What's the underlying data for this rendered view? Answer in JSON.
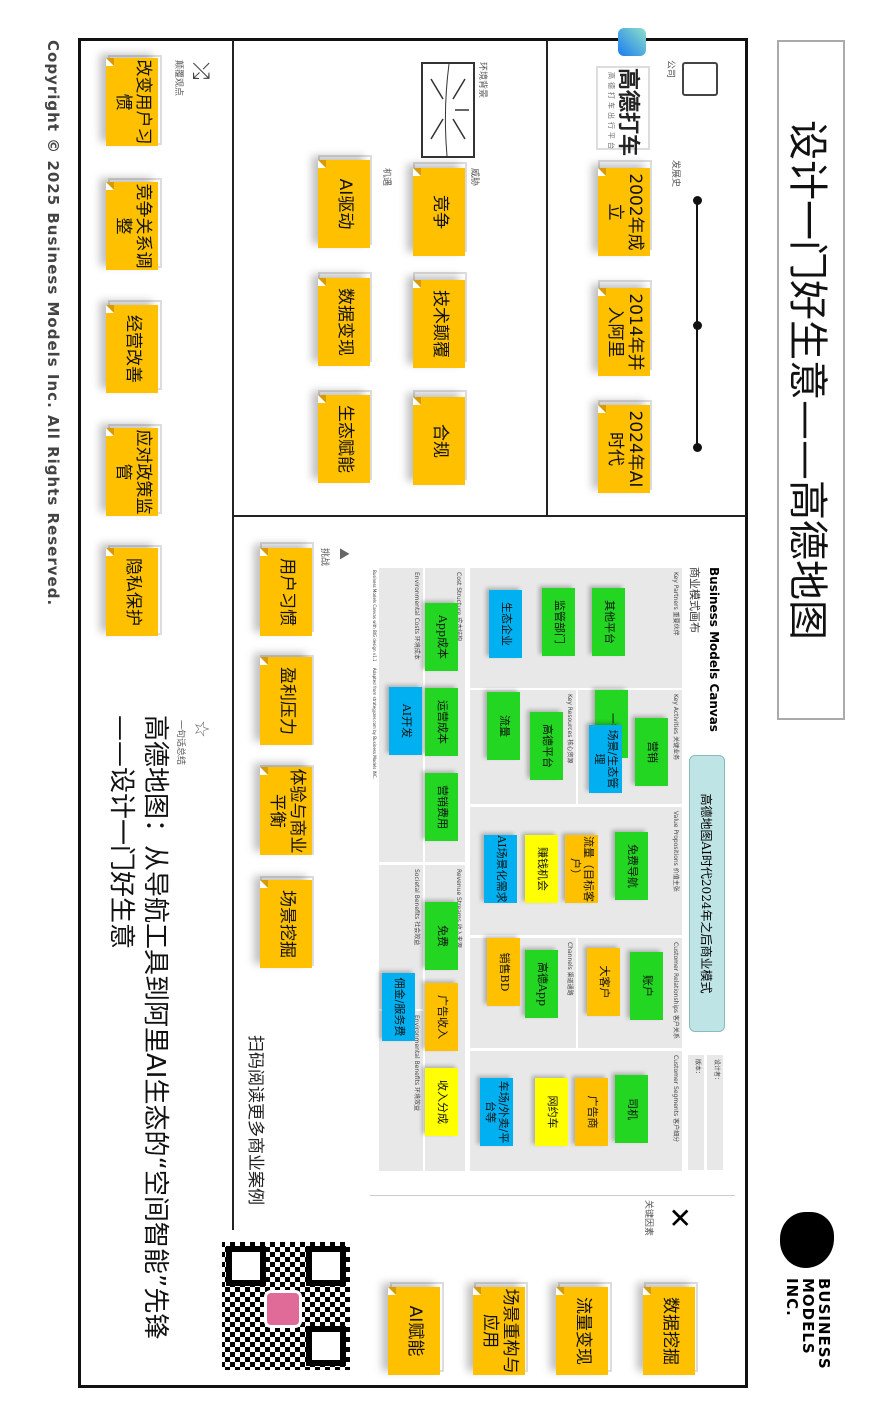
{
  "title": "设计一门好生意——高德地图",
  "brand": {
    "name": "BUSINESS MODELS INC.",
    "line1": "BUSINESS",
    "line2": "MODELS",
    "line3": "INC."
  },
  "copyright": "Copyright © 2025 Business Models Inc. All Rights Reserved.",
  "company": {
    "label": "公司",
    "logo_text": "高德打车",
    "logo_sub": "高德打车出行平台"
  },
  "history": {
    "label": "发展史",
    "items": [
      "2002年成立",
      "2014年并入阿里",
      "2024年AI时代"
    ]
  },
  "environment": {
    "label": "环境背景",
    "threats_label": "威胁",
    "threats": [
      "竞争",
      "技术颠覆",
      "合规"
    ],
    "opportunities_label": "机遇",
    "opportunities": [
      "AI驱动",
      "数据变现",
      "生态赋能"
    ]
  },
  "insights": {
    "label": "颠覆观点",
    "items": [
      "改变用户习惯",
      "竞争关系调整",
      "经营改善",
      "应对政策监管",
      "隐私保护"
    ]
  },
  "summary": {
    "label": "一句话总结",
    "text": "高德地图：从导航工具到阿里AI生态的“空间智能”先锋——设计一门好生意"
  },
  "challenges": {
    "label": "挑战",
    "items": [
      "用户习惯",
      "盈利压力",
      "体验与商业平衡",
      "场景挖掘"
    ]
  },
  "qr": {
    "caption": "扫码阅读更多商业案例"
  },
  "key_factors": {
    "label": "关键因素",
    "items": [
      "数据挖掘",
      "流量变现",
      "场景重构与应用",
      "AI赋能"
    ]
  },
  "canvas": {
    "title": "Business Models Canvas",
    "subtitle": "商业模式画布",
    "banner": "高德地图AI时代2024年之后商业模式",
    "designer": "设计者：",
    "version": "版本：",
    "footer": "Business Models Canvas with BIG design v1.1     Adapted from strategyzer.com by Business Models INC.",
    "sections": {
      "kp": "Key Partners 重要伙伴",
      "ka": "Key Activities 关键业务",
      "kr": "Key Resources 核心资源",
      "vp": "Value Propositions 价值主张",
      "cr": "Customer Relationships 客户关系",
      "ch": "Channels 渠道通路",
      "cs": "Customer Segments 客户细分",
      "cost": "Cost Structure 成本结构",
      "env_cost": "Environmental Costs 环境成本",
      "rev": "Revenue Streams 收入来源",
      "soc": "Societal Benefits 社会效益",
      "env_ben": "Environmental Benefits 环境效益"
    },
    "kp_notes": [
      "其他平台",
      "监管部门",
      "生态企业"
    ],
    "ka_notes": [
      "营销",
      "一键",
      "场景/生态管理"
    ],
    "kr_notes": [
      "高德平台",
      "流量"
    ],
    "vp_notes": [
      "免费导航",
      "流量（目标客户）",
      "赚钱机会",
      "AI场景化需求"
    ],
    "cr_notes": [
      "账户",
      "大客户"
    ],
    "ch_notes": [
      "高德App",
      "销售BD"
    ],
    "cs_notes": [
      "司机",
      "广告商",
      "网约车",
      "车场/外卖/平台等"
    ],
    "cost_notes": [
      "App成本",
      "运营成本",
      "AI开发",
      "营销费用"
    ],
    "rev_notes": [
      "免费",
      "广告收入",
      "佣金/服务费",
      "收入分成"
    ]
  },
  "colors": {
    "sticky_yellow": "#FFC000",
    "green": "#22D622",
    "blue": "#00B0F0",
    "yellow": "#FFFF00",
    "banner": "#BFE4E6"
  }
}
